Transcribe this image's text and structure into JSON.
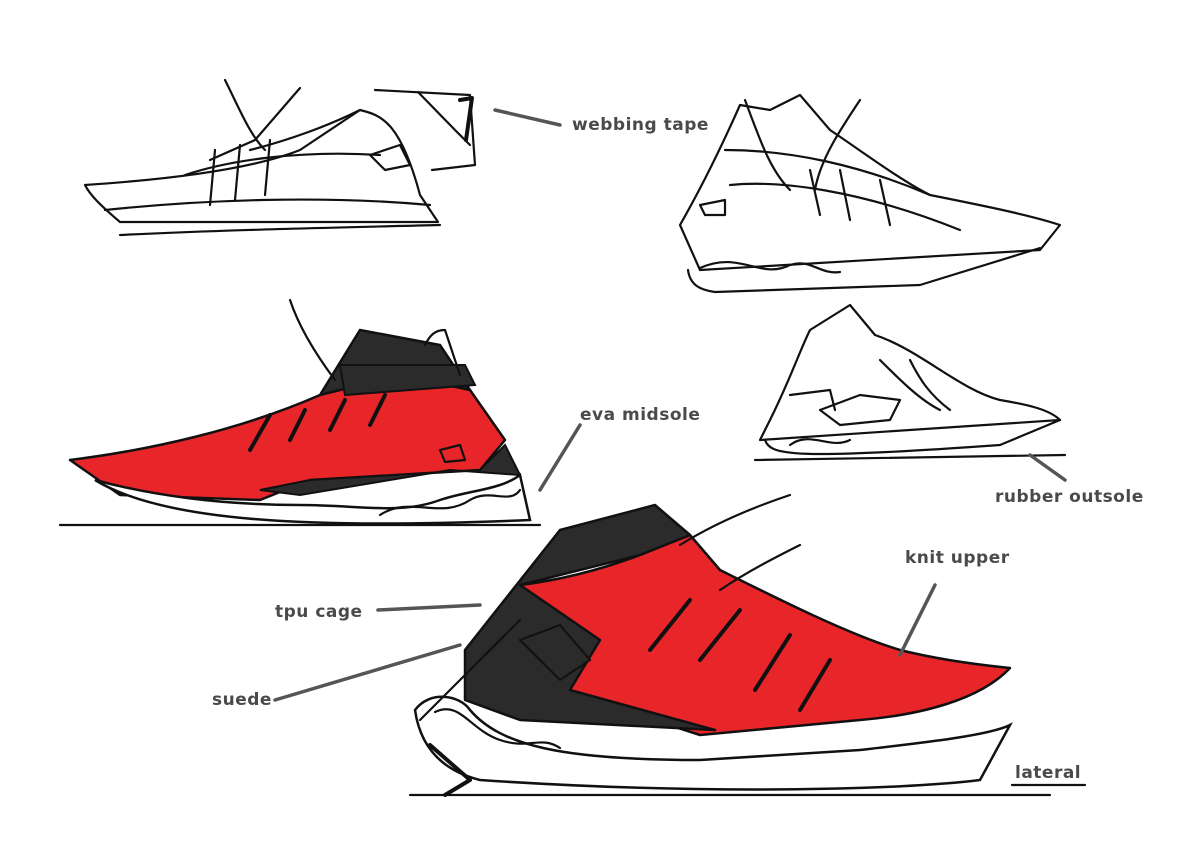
{
  "annotations": {
    "webbing_tape": "webbing tape",
    "eva_midsole": "eva midsole",
    "rubber_outsole": "rubber outsole",
    "knit_upper": "knit upper",
    "tpu_cage": "tpu cage",
    "suede": "suede",
    "view": "lateral"
  },
  "colors": {
    "ink": "#111111",
    "accent_red": "#e8262a",
    "dark_panel": "#2b2b2b",
    "label_gray": "#4a4a4a"
  }
}
